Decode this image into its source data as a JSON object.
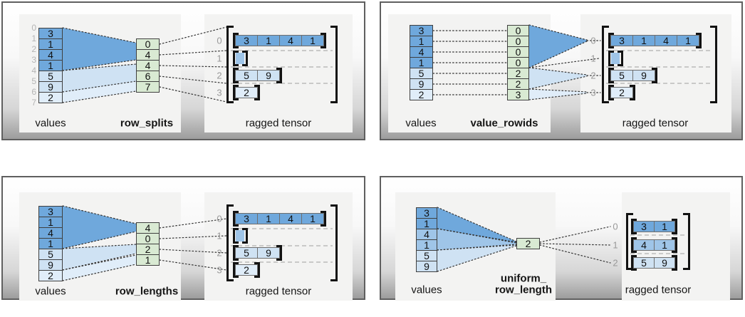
{
  "colors": {
    "dark_blue": "#6fa8dc",
    "medium_blue": "#9fc5e8",
    "light_blue": "#cfe2f3",
    "pale_blue": "#e0edf9",
    "green": "#d9ead3"
  },
  "panels": [
    {
      "id": "row-splits",
      "values_label": "values",
      "param_label": "row_splits",
      "tensor_label": "ragged tensor",
      "values": [
        {
          "v": "3",
          "shade": "dark_blue"
        },
        {
          "v": "1",
          "shade": "dark_blue"
        },
        {
          "v": "4",
          "shade": "dark_blue"
        },
        {
          "v": "1",
          "shade": "dark_blue"
        },
        {
          "v": "5",
          "shade": "light_blue"
        },
        {
          "v": "9",
          "shade": "light_blue"
        },
        {
          "v": "2",
          "shade": "pale_blue"
        }
      ],
      "value_edge_indices": [
        "0",
        "1",
        "2",
        "3",
        "4",
        "5",
        "6",
        "7"
      ],
      "param_cells": [
        "0",
        "4",
        "4",
        "6",
        "7"
      ],
      "tensor_rows": [
        {
          "index": "0",
          "cells": [
            {
              "v": "3",
              "shade": "dark_blue"
            },
            {
              "v": "1",
              "shade": "dark_blue"
            },
            {
              "v": "4",
              "shade": "dark_blue"
            },
            {
              "v": "1",
              "shade": "dark_blue"
            }
          ]
        },
        {
          "index": "1",
          "cells": []
        },
        {
          "index": "2",
          "cells": [
            {
              "v": "5",
              "shade": "light_blue"
            },
            {
              "v": "9",
              "shade": "light_blue"
            }
          ]
        },
        {
          "index": "3",
          "cells": [
            {
              "v": "2",
              "shade": "pale_blue"
            }
          ]
        }
      ]
    },
    {
      "id": "value-rowids",
      "values_label": "values",
      "param_label": "value_rowids",
      "tensor_label": "ragged tensor",
      "values": [
        {
          "v": "3",
          "shade": "dark_blue"
        },
        {
          "v": "1",
          "shade": "dark_blue"
        },
        {
          "v": "4",
          "shade": "dark_blue"
        },
        {
          "v": "1",
          "shade": "dark_blue"
        },
        {
          "v": "5",
          "shade": "light_blue"
        },
        {
          "v": "9",
          "shade": "light_blue"
        },
        {
          "v": "2",
          "shade": "pale_blue"
        }
      ],
      "param_cells": [
        "0",
        "0",
        "0",
        "0",
        "2",
        "2",
        "3"
      ],
      "tensor_rows": [
        {
          "index": "0",
          "cells": [
            {
              "v": "3",
              "shade": "dark_blue"
            },
            {
              "v": "1",
              "shade": "dark_blue"
            },
            {
              "v": "4",
              "shade": "dark_blue"
            },
            {
              "v": "1",
              "shade": "dark_blue"
            }
          ]
        },
        {
          "index": "1",
          "cells": []
        },
        {
          "index": "2",
          "cells": [
            {
              "v": "5",
              "shade": "light_blue"
            },
            {
              "v": "9",
              "shade": "light_blue"
            }
          ]
        },
        {
          "index": "3",
          "cells": [
            {
              "v": "2",
              "shade": "pale_blue"
            }
          ]
        }
      ]
    },
    {
      "id": "row-lengths",
      "values_label": "values",
      "param_label": "row_lengths",
      "tensor_label": "ragged tensor",
      "values": [
        {
          "v": "3",
          "shade": "dark_blue"
        },
        {
          "v": "1",
          "shade": "dark_blue"
        },
        {
          "v": "4",
          "shade": "dark_blue"
        },
        {
          "v": "1",
          "shade": "dark_blue"
        },
        {
          "v": "5",
          "shade": "light_blue"
        },
        {
          "v": "9",
          "shade": "light_blue"
        },
        {
          "v": "2",
          "shade": "pale_blue"
        }
      ],
      "param_cells": [
        "4",
        "0",
        "2",
        "1"
      ],
      "tensor_rows": [
        {
          "index": "0",
          "cells": [
            {
              "v": "3",
              "shade": "dark_blue"
            },
            {
              "v": "1",
              "shade": "dark_blue"
            },
            {
              "v": "4",
              "shade": "dark_blue"
            },
            {
              "v": "1",
              "shade": "dark_blue"
            }
          ]
        },
        {
          "index": "1",
          "cells": []
        },
        {
          "index": "2",
          "cells": [
            {
              "v": "5",
              "shade": "light_blue"
            },
            {
              "v": "9",
              "shade": "light_blue"
            }
          ]
        },
        {
          "index": "3",
          "cells": [
            {
              "v": "2",
              "shade": "pale_blue"
            }
          ]
        }
      ]
    },
    {
      "id": "uniform-row-length",
      "values_label": "values",
      "param_label": "uniform_",
      "param_label_line2": "row_length",
      "tensor_label": "ragged tensor",
      "values": [
        {
          "v": "3",
          "shade": "dark_blue"
        },
        {
          "v": "1",
          "shade": "dark_blue"
        },
        {
          "v": "4",
          "shade": "medium_blue"
        },
        {
          "v": "1",
          "shade": "medium_blue"
        },
        {
          "v": "5",
          "shade": "light_blue"
        },
        {
          "v": "9",
          "shade": "light_blue"
        }
      ],
      "param_cells": [
        "2"
      ],
      "tensor_rows": [
        {
          "index": "0",
          "cells": [
            {
              "v": "3",
              "shade": "dark_blue"
            },
            {
              "v": "1",
              "shade": "dark_blue"
            }
          ]
        },
        {
          "index": "1",
          "cells": [
            {
              "v": "4",
              "shade": "medium_blue"
            },
            {
              "v": "1",
              "shade": "medium_blue"
            }
          ]
        },
        {
          "index": "2",
          "cells": [
            {
              "v": "5",
              "shade": "light_blue"
            },
            {
              "v": "9",
              "shade": "light_blue"
            }
          ]
        }
      ]
    }
  ]
}
